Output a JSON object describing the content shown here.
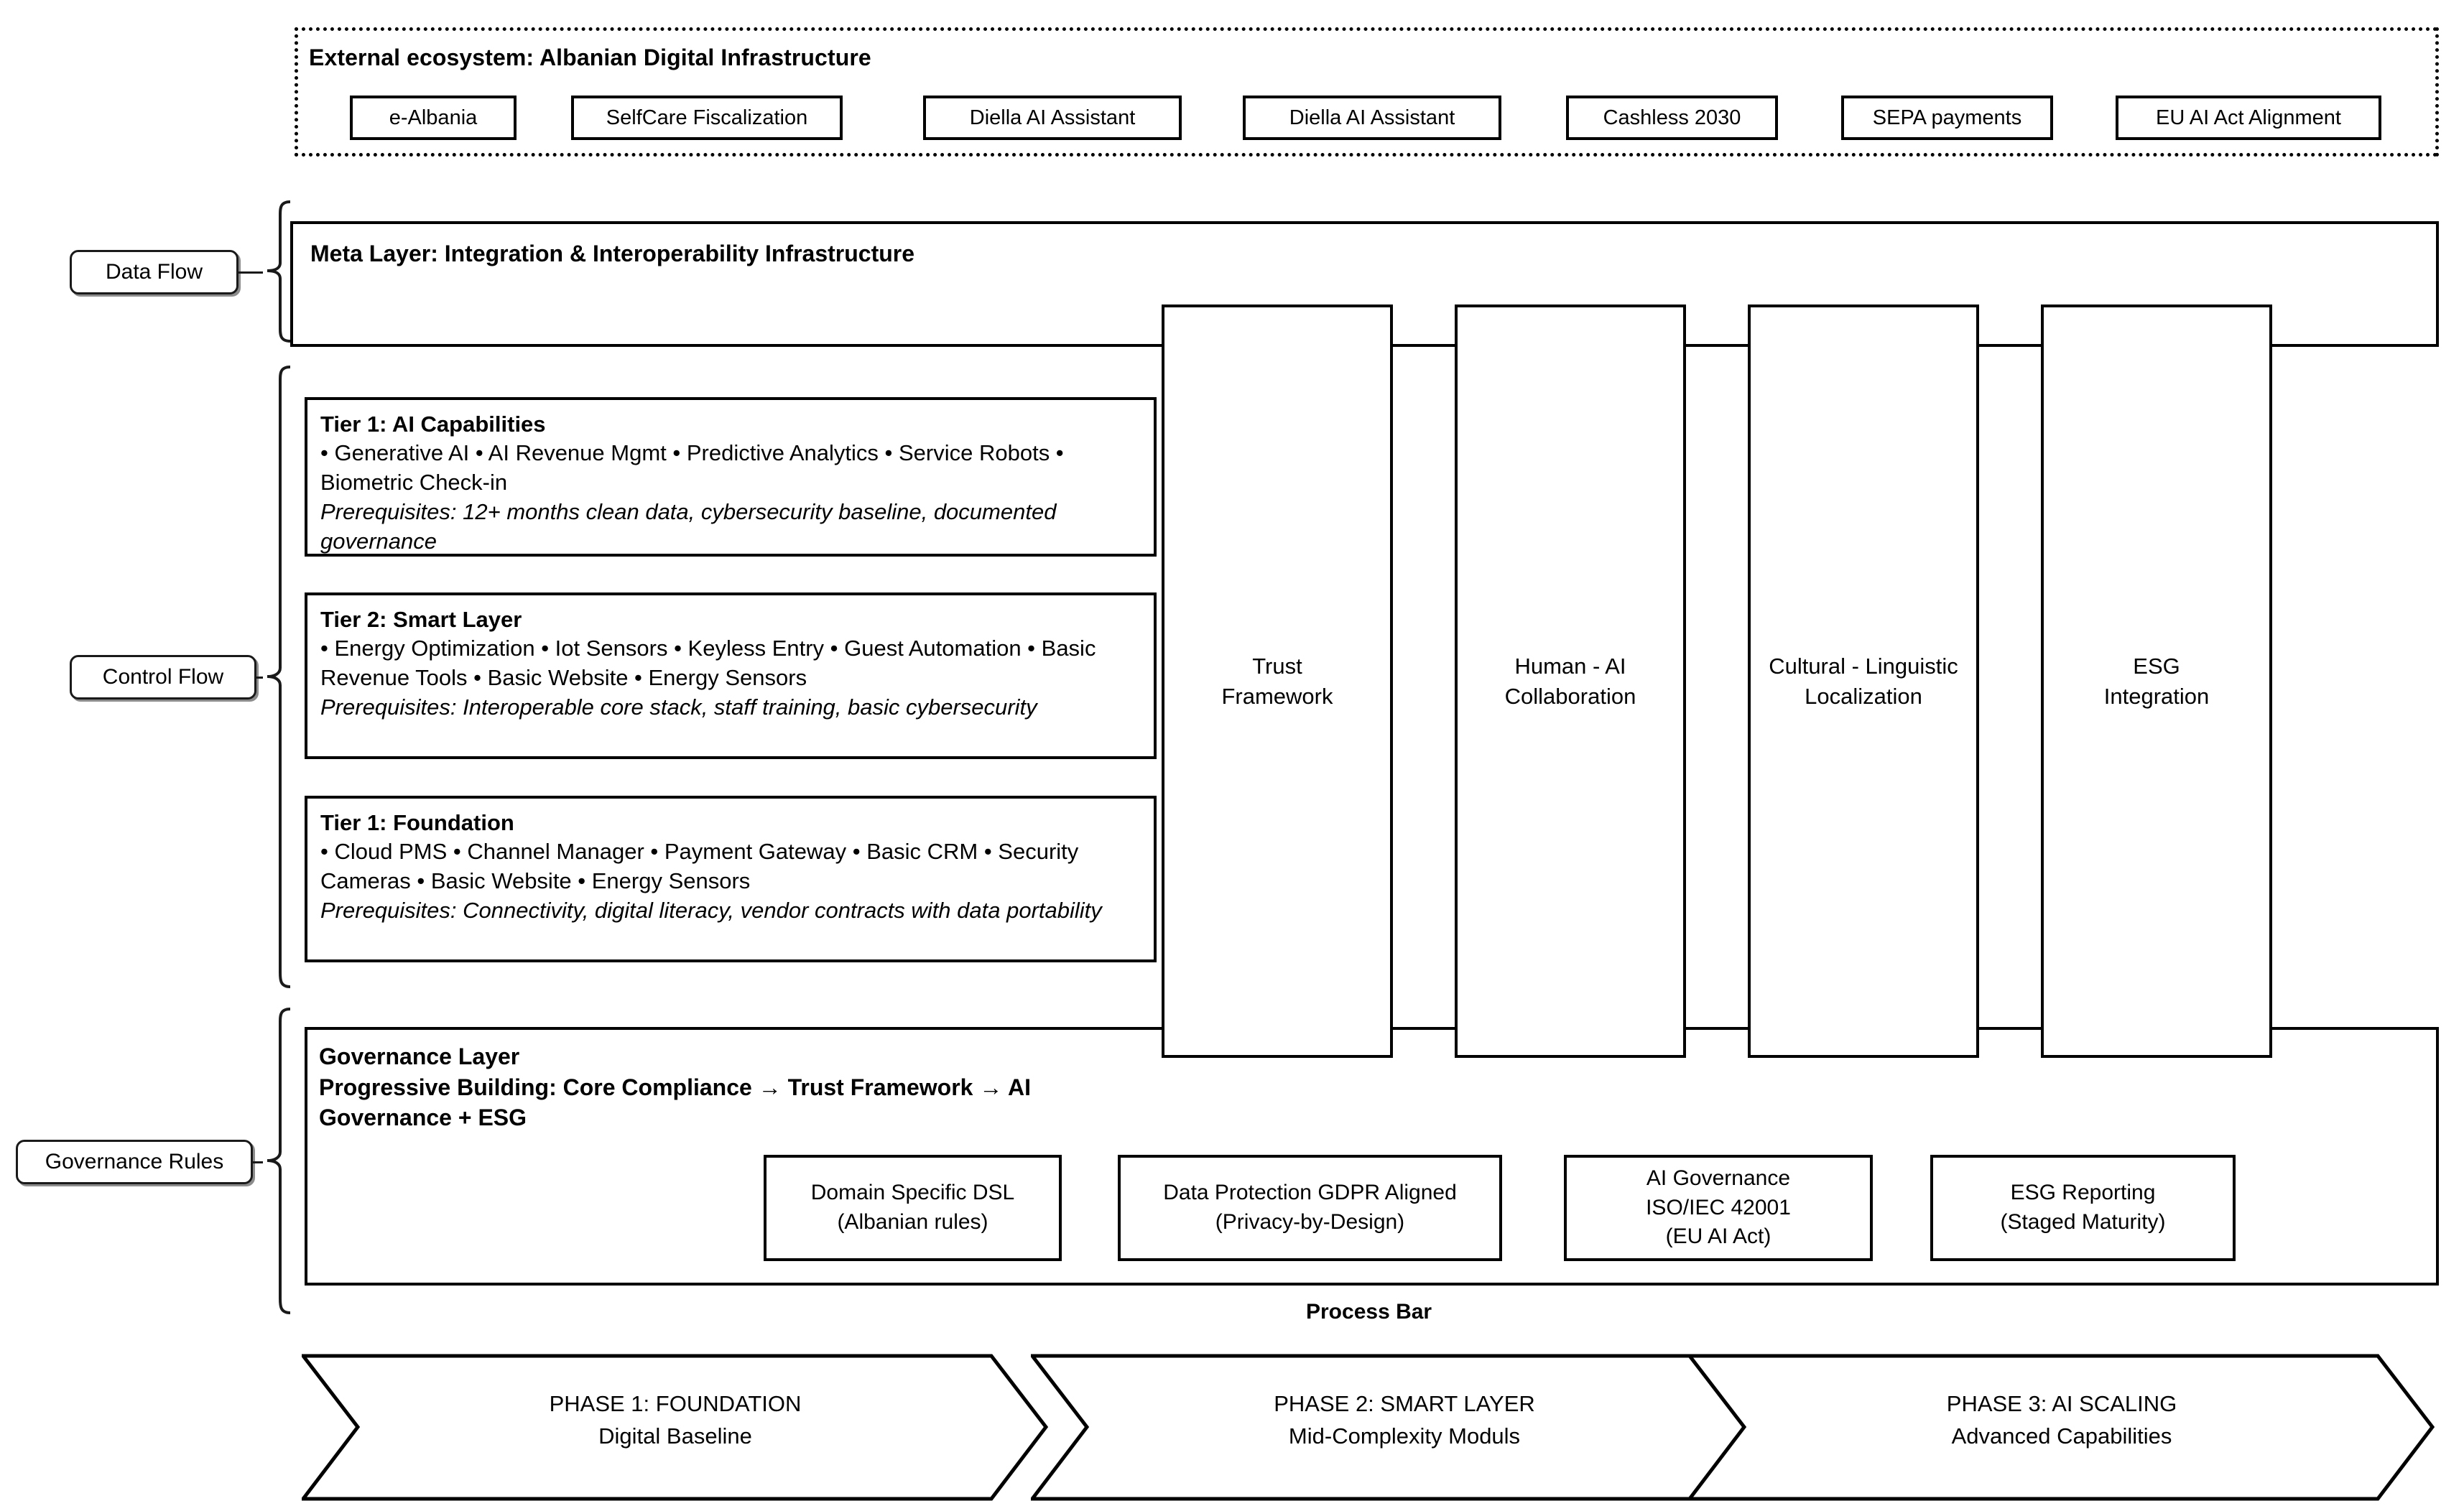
{
  "external": {
    "title": "External ecosystem: Albanian Digital Infrastructure",
    "items": [
      {
        "label": "e-Albania"
      },
      {
        "label": "SelfCare Fiscalization"
      },
      {
        "label": "Diella AI Assistant"
      },
      {
        "label": "Diella AI Assistant"
      },
      {
        "label": "Cashless 2030"
      },
      {
        "label": "SEPA payments"
      },
      {
        "label": "EU AI Act Alignment"
      }
    ]
  },
  "side_labels": {
    "data_flow": "Data Flow",
    "control_flow": "Control Flow",
    "governance_rules": "Governance Rules"
  },
  "meta_layer": {
    "title": "Meta Layer: Integration & Interoperability Infrastructure"
  },
  "tiers": [
    {
      "heading": "Tier 1: AI Capabilities",
      "list": "• Generative AI • AI Revenue Mgmt • Predictive Analytics • Service Robots • Biometric Check-in",
      "prerequisites": "Prerequisites: 12+ months clean data, cybersecurity baseline, documented governance"
    },
    {
      "heading": "Tier 2: Smart Layer",
      "list": "• Energy Optimization • Iot Sensors • Keyless Entry • Guest Automation • Basic Revenue Tools • Basic Website • Energy Sensors",
      "prerequisites": "Prerequisites: Interoperable core stack, staff training, basic cybersecurity"
    },
    {
      "heading": "Tier 1: Foundation",
      "list": "• Cloud PMS • Channel Manager • Payment Gateway • Basic CRM • Security Cameras • Basic Website • Energy Sensors",
      "prerequisites": "Prerequisites: Connectivity, digital literacy, vendor contracts with data portability"
    }
  ],
  "vertical_columns": [
    {
      "line1": "Trust",
      "line2": "Framework"
    },
    {
      "line1": "Human - AI",
      "line2": "Collaboration"
    },
    {
      "line1": "Cultural - Linguistic",
      "line2": "Localization"
    },
    {
      "line1": "ESG",
      "line2": "Integration"
    }
  ],
  "governance": {
    "heading": "Governance Layer",
    "progressive": "Progressive Building: Core Compliance → Trust Framework → AI Governance + ESG",
    "boxes": [
      {
        "line1": "Domain Specific DSL",
        "line2": "(Albanian rules)",
        "line3": ""
      },
      {
        "line1": "Data Protection GDPR Aligned",
        "line2": "(Privacy-by-Design)",
        "line3": ""
      },
      {
        "line1": "AI Governance",
        "line2": "ISO/IEC 42001",
        "line3": "(EU AI Act)"
      },
      {
        "line1": "ESG Reporting",
        "line2": "(Staged Maturity)",
        "line3": ""
      }
    ]
  },
  "process_bar": {
    "label": "Process Bar",
    "phases": [
      {
        "title": "PHASE 1: FOUNDATION",
        "subtitle": "Digital Baseline"
      },
      {
        "title": "PHASE 2: SMART LAYER",
        "subtitle": "Mid-Complexity Moduls"
      },
      {
        "title": "PHASE 3: AI SCALING",
        "subtitle": "Advanced Capabilities"
      }
    ]
  },
  "colors": {
    "stroke": "#000000",
    "background": "#ffffff",
    "label_shadow": "#787878"
  }
}
